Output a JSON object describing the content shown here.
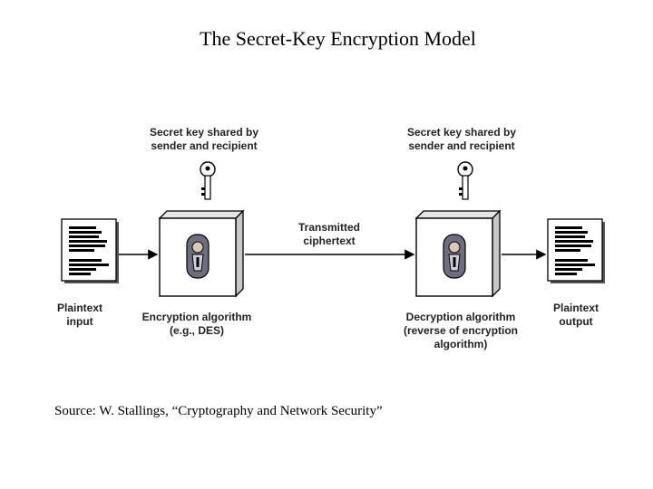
{
  "title": "The Secret-Key Encryption Model",
  "source": "Source: W. Stallings, “Cryptography and Network Security”",
  "labels": {
    "key_left": [
      "Secret key shared by",
      "sender and recipient"
    ],
    "key_right": [
      "Secret key shared by",
      "sender and recipient"
    ],
    "plaintext_input": [
      "Plaintext",
      "input"
    ],
    "encryption": [
      "Encryption algorithm",
      "(e.g., DES)"
    ],
    "transmitted": [
      "Transmitted",
      "ciphertext"
    ],
    "decryption": [
      "Decryption algorithm",
      "(reverse of encryption",
      "algorithm)"
    ],
    "plaintext_output": [
      "Plaintext",
      "output"
    ]
  },
  "icons": {
    "document": "document-icon",
    "key": "key-icon",
    "lock": "lock-icon"
  },
  "colors": {
    "box_face": "#ffffff",
    "box_side": "#c8c8c8",
    "box_top": "#e6e6e6",
    "lock": "#6e6e80",
    "line": "#000000"
  }
}
